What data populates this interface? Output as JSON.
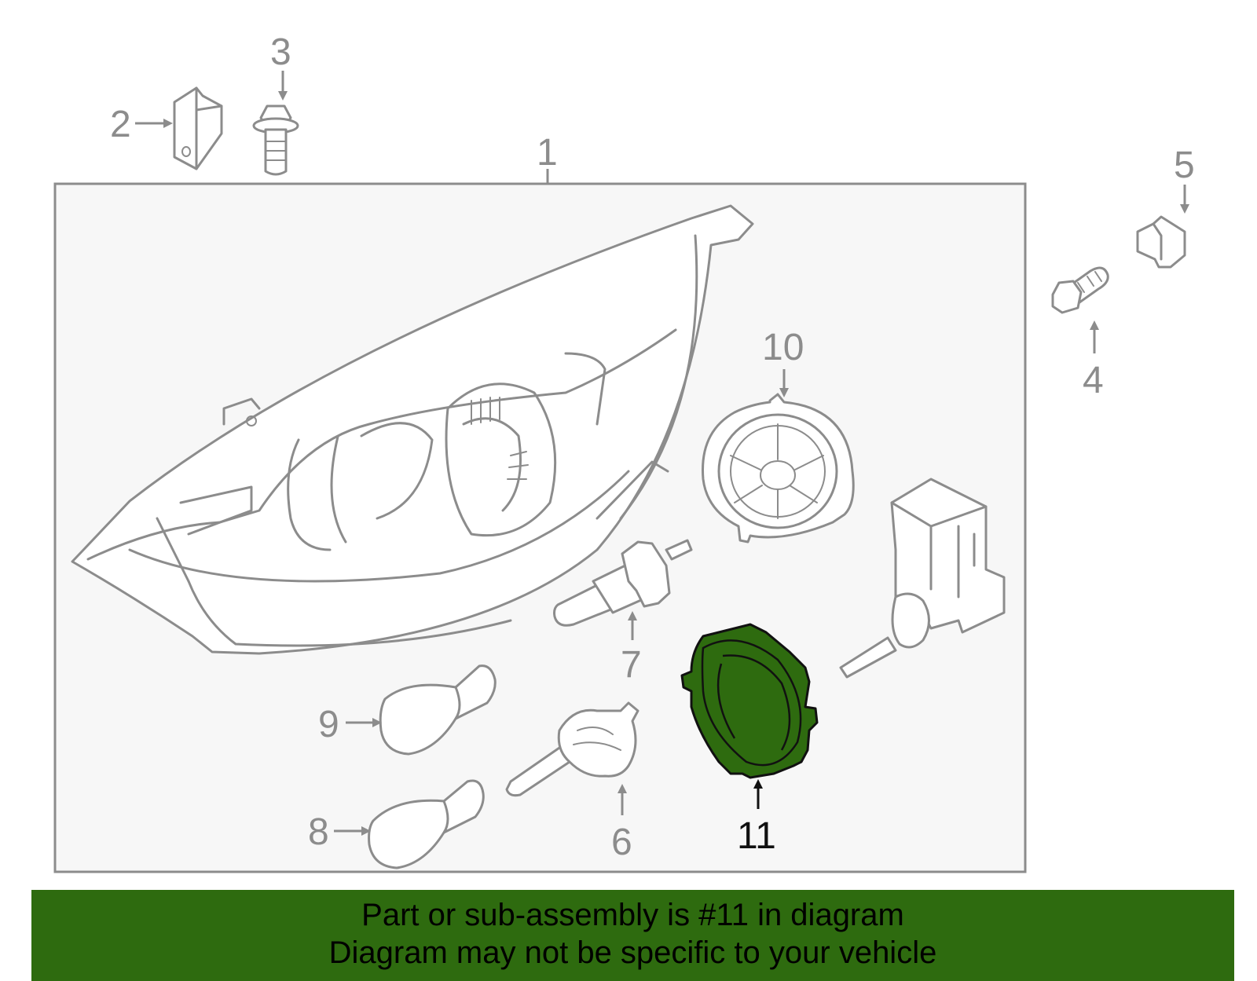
{
  "callouts": {
    "c1": "1",
    "c2": "2",
    "c3": "3",
    "c4": "4",
    "c5": "5",
    "c6": "6",
    "c7": "7",
    "c8": "8",
    "c9": "9",
    "c10": "10",
    "c11": "11"
  },
  "banner": {
    "line1": "Part or sub-assembly is #11 in diagram",
    "line2": "Diagram may not be specific to your vehicle"
  },
  "colors": {
    "highlight": "#2e6b0f",
    "line": "#8c8c8c",
    "frame_bg": "#f7f7f7"
  }
}
